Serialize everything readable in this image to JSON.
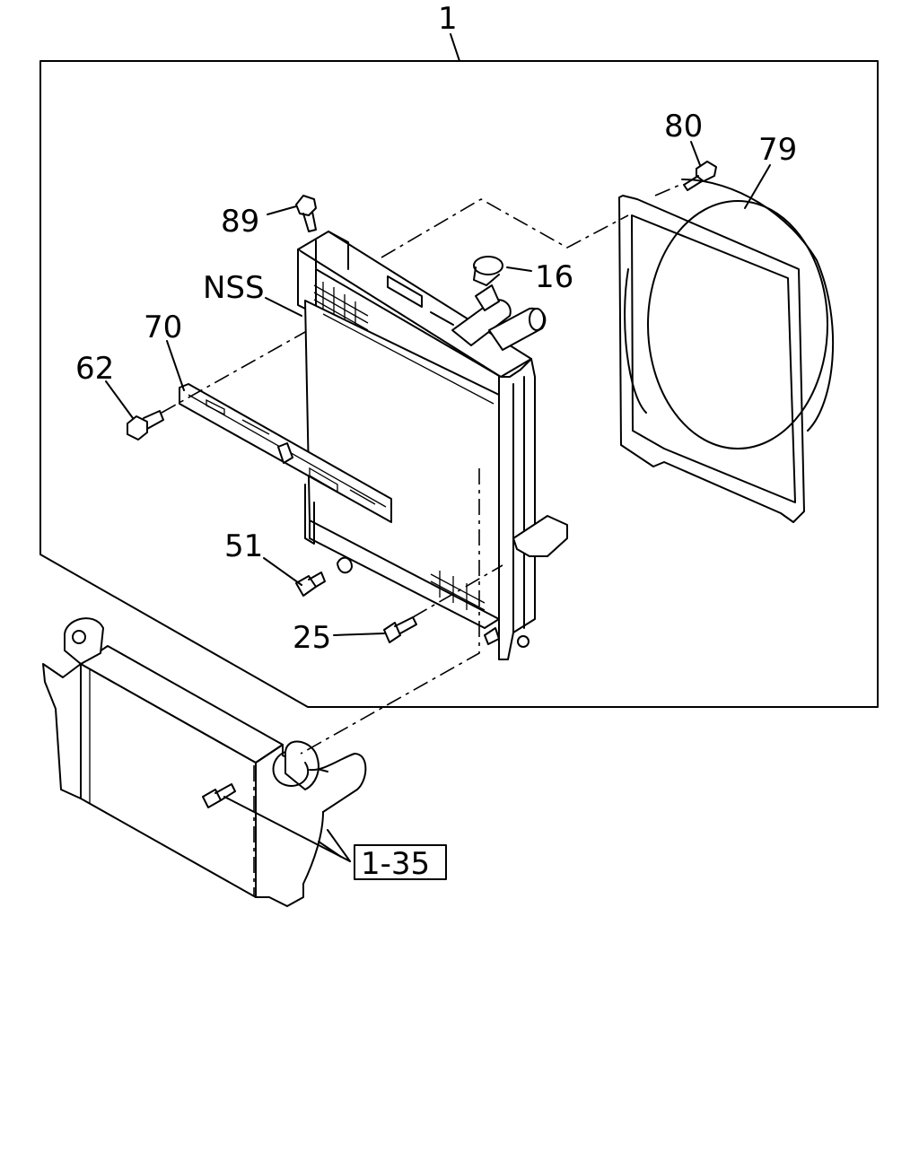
{
  "diagram": {
    "callouts": {
      "assembly": "1",
      "cap": "16",
      "drain_cock": "25",
      "bracket_bolt": "51",
      "stay_bolt": "62",
      "stay": "70",
      "shroud": "79",
      "shroud_bolt": "80",
      "top_bolt": "89",
      "not_serviced": "NSS",
      "intercooler_ref": "1-35"
    }
  }
}
